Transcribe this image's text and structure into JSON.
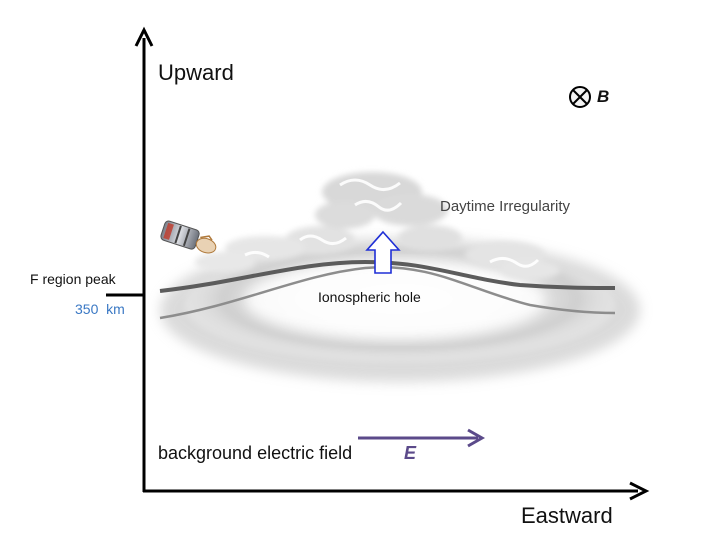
{
  "axes": {
    "y_label": "Upward",
    "x_label": "Eastward"
  },
  "labels": {
    "f_region_peak": "F region peak",
    "altitude": "350  km",
    "daytime_irregularity": "Daytime Irregularity",
    "ionospheric_hole": "Ionospheric hole",
    "background_field": "background electric field",
    "e_symbol": "E",
    "b_symbol": "B"
  },
  "colors": {
    "altitude_text": "#3a78c4",
    "e_field": "#5b4a8a",
    "upward_arrow": "#1f2fd6",
    "axis": "#000000"
  },
  "icons": {
    "magnetic_field": "circle-cross-icon",
    "satellite": "satellite-icon"
  }
}
